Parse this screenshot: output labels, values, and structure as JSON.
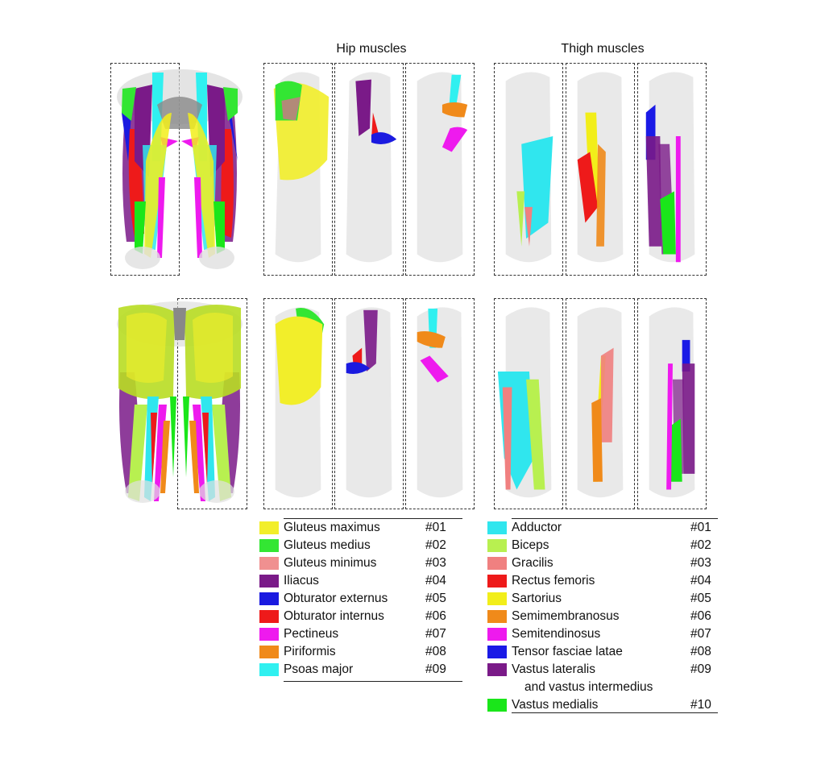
{
  "titles": {
    "hip": "Hip muscles",
    "thigh": "Thigh muscles"
  },
  "hip_legend": [
    {
      "name": "Gluteus maximus",
      "num": "#01",
      "color": "#f2ee2a"
    },
    {
      "name": "Gluteus medius",
      "num": "#02",
      "color": "#33e633"
    },
    {
      "name": "Gluteus minimus",
      "num": "#03",
      "color": "#f09090"
    },
    {
      "name": "Iliacus",
      "num": "#04",
      "color": "#7a1a88"
    },
    {
      "name": "Obturator externus",
      "num": "#05",
      "color": "#1a1ae0"
    },
    {
      "name": "Obturator internus",
      "num": "#06",
      "color": "#ee1a1a"
    },
    {
      "name": "Pectineus",
      "num": "#07",
      "color": "#ee1aee"
    },
    {
      "name": "Piriformis",
      "num": "#08",
      "color": "#f08a1a"
    },
    {
      "name": "Psoas major",
      "num": "#09",
      "color": "#30f0f0"
    }
  ],
  "thigh_legend": [
    {
      "name": "Adductor",
      "num": "#01",
      "color": "#30e6ee"
    },
    {
      "name": "Biceps",
      "num": "#02",
      "color": "#b8f050"
    },
    {
      "name": "Gracilis",
      "num": "#03",
      "color": "#f08080"
    },
    {
      "name": "Rectus femoris",
      "num": "#04",
      "color": "#ee1a1a"
    },
    {
      "name": "Sartorius",
      "num": "#05",
      "color": "#f2ee1a"
    },
    {
      "name": "Semimembranosus",
      "num": "#06",
      "color": "#f08a1a"
    },
    {
      "name": "Semitendinosus",
      "num": "#07",
      "color": "#ee1aee"
    },
    {
      "name": "Tensor fasciae latae",
      "num": "#08",
      "color": "#1a1ae6"
    },
    {
      "name": "Vastus lateralis",
      "name2": "and vastus intermedius",
      "num": "#09",
      "color": "#7a1a88"
    },
    {
      "name": "Vastus medialis",
      "num": "#10",
      "color": "#1ae61a"
    }
  ]
}
